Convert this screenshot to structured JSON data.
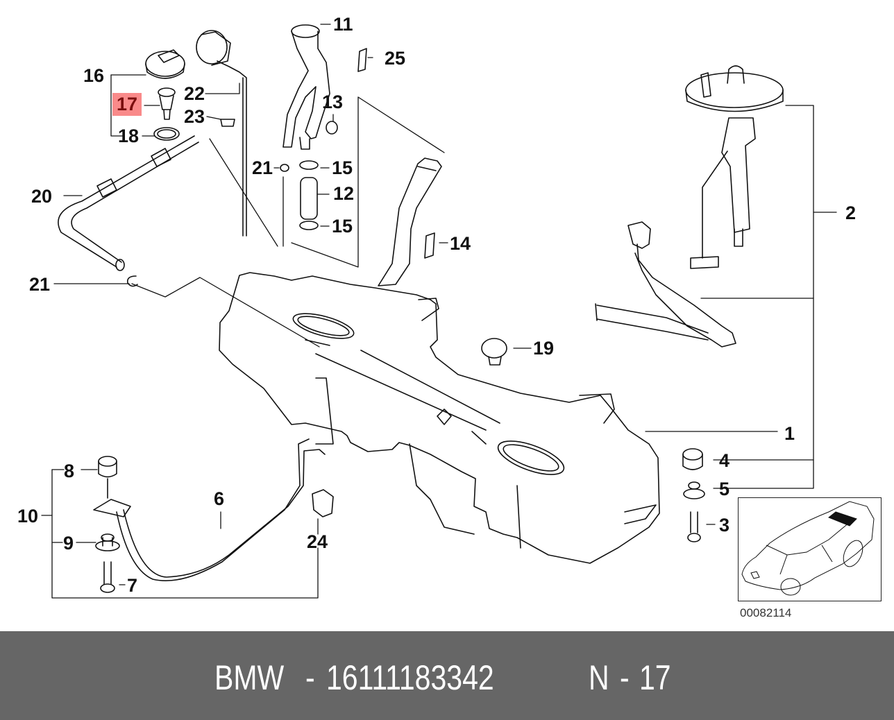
{
  "diagram": {
    "title": "BMW fuel tank assembly exploded parts diagram",
    "highlighted_part": "17",
    "highlight_color": "#f98a8a",
    "callouts": [
      {
        "id": "c1",
        "label": "1"
      },
      {
        "id": "c2",
        "label": "2"
      },
      {
        "id": "c3",
        "label": "3"
      },
      {
        "id": "c4",
        "label": "4"
      },
      {
        "id": "c5",
        "label": "5"
      },
      {
        "id": "c6",
        "label": "6"
      },
      {
        "id": "c7",
        "label": "7"
      },
      {
        "id": "c8",
        "label": "8"
      },
      {
        "id": "c9",
        "label": "9"
      },
      {
        "id": "c10",
        "label": "10"
      },
      {
        "id": "c11",
        "label": "11"
      },
      {
        "id": "c12",
        "label": "12"
      },
      {
        "id": "c13",
        "label": "13"
      },
      {
        "id": "c14",
        "label": "14"
      },
      {
        "id": "c15a",
        "label": "15"
      },
      {
        "id": "c15b",
        "label": "15"
      },
      {
        "id": "c16",
        "label": "16"
      },
      {
        "id": "c17",
        "label": "17"
      },
      {
        "id": "c18",
        "label": "18"
      },
      {
        "id": "c19",
        "label": "19"
      },
      {
        "id": "c20",
        "label": "20"
      },
      {
        "id": "c21a",
        "label": "21"
      },
      {
        "id": "c21b",
        "label": "21"
      },
      {
        "id": "c22",
        "label": "22"
      },
      {
        "id": "c23",
        "label": "23"
      },
      {
        "id": "c24",
        "label": "24"
      },
      {
        "id": "c25",
        "label": "25"
      }
    ],
    "catalog_number": "00082114",
    "inset_description": "car location view (sedan, rear area highlighted)"
  },
  "footer": {
    "brand": "BMW",
    "separator": "-",
    "part_number": "16111183342",
    "position_prefix": "N",
    "position_separator": "-",
    "position_number": "17",
    "background": "#666666"
  }
}
